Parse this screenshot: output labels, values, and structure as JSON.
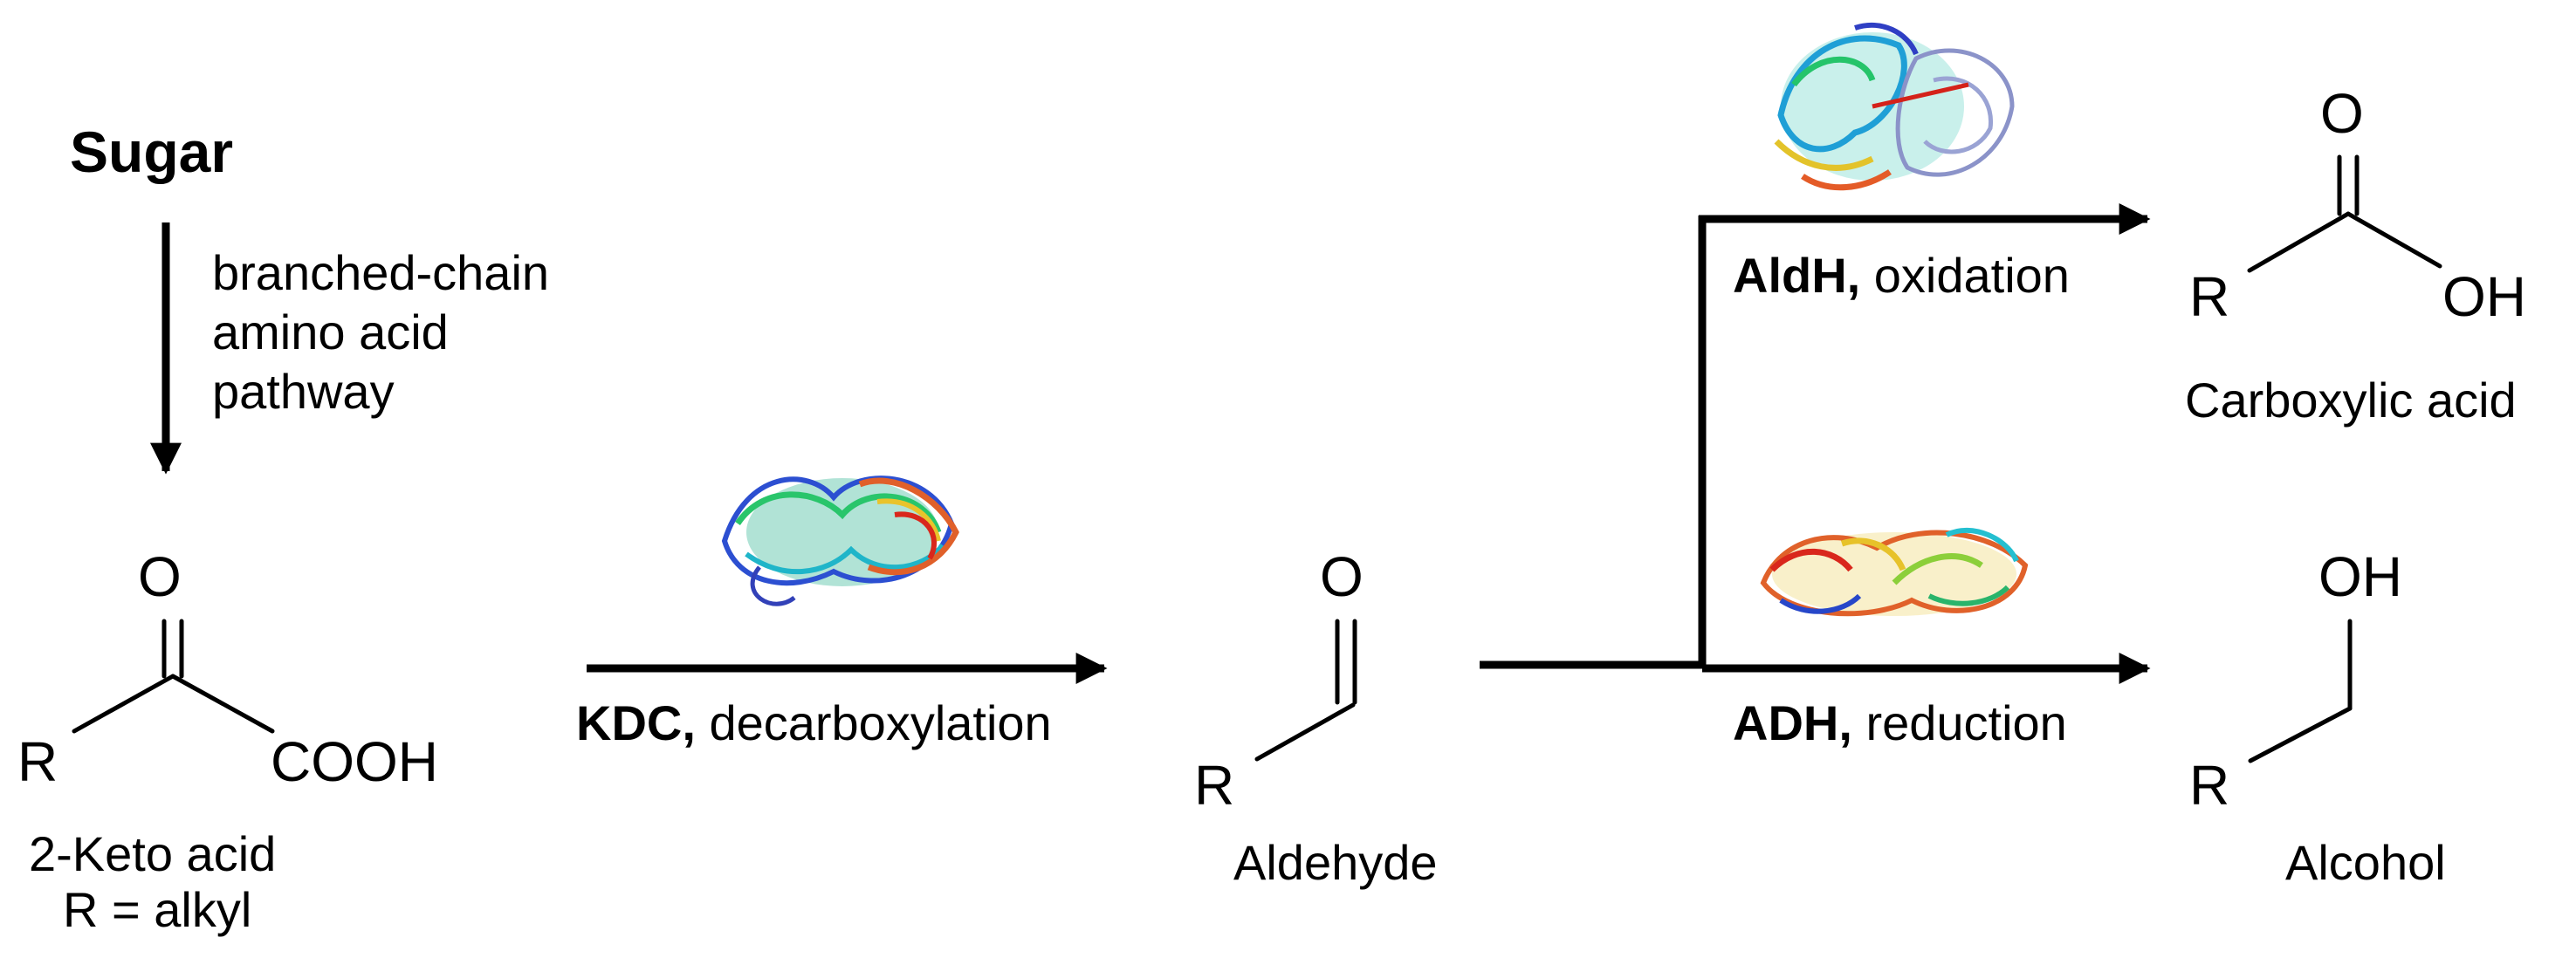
{
  "start": {
    "label": "Sugar",
    "pathway_lines": [
      "branched-chain",
      "amino acid",
      "pathway"
    ]
  },
  "keto_acid": {
    "o_label": "O",
    "r_label": "R",
    "cooh_label": "COOH",
    "name": "2-Keto acid",
    "r_def": "R = alkyl"
  },
  "step1": {
    "enzyme": "KDC,",
    "reaction": "decarboxylation",
    "protein_icon": "kdc-protein-structure"
  },
  "aldehyde": {
    "o_label": "O",
    "r_label": "R",
    "name": "Aldehyde"
  },
  "step_oxidation": {
    "enzyme": "AldH,",
    "reaction": "oxidation",
    "protein_icon": "aldh-protein-structure"
  },
  "step_reduction": {
    "enzyme": "ADH,",
    "reaction": "reduction",
    "protein_icon": "adh-protein-structure"
  },
  "carboxylic_acid": {
    "o_label": "O",
    "r_label": "R",
    "oh_label": "OH",
    "name": "Carboxylic acid"
  },
  "alcohol": {
    "oh_label": "OH",
    "r_label": "R",
    "name": "Alcohol"
  }
}
